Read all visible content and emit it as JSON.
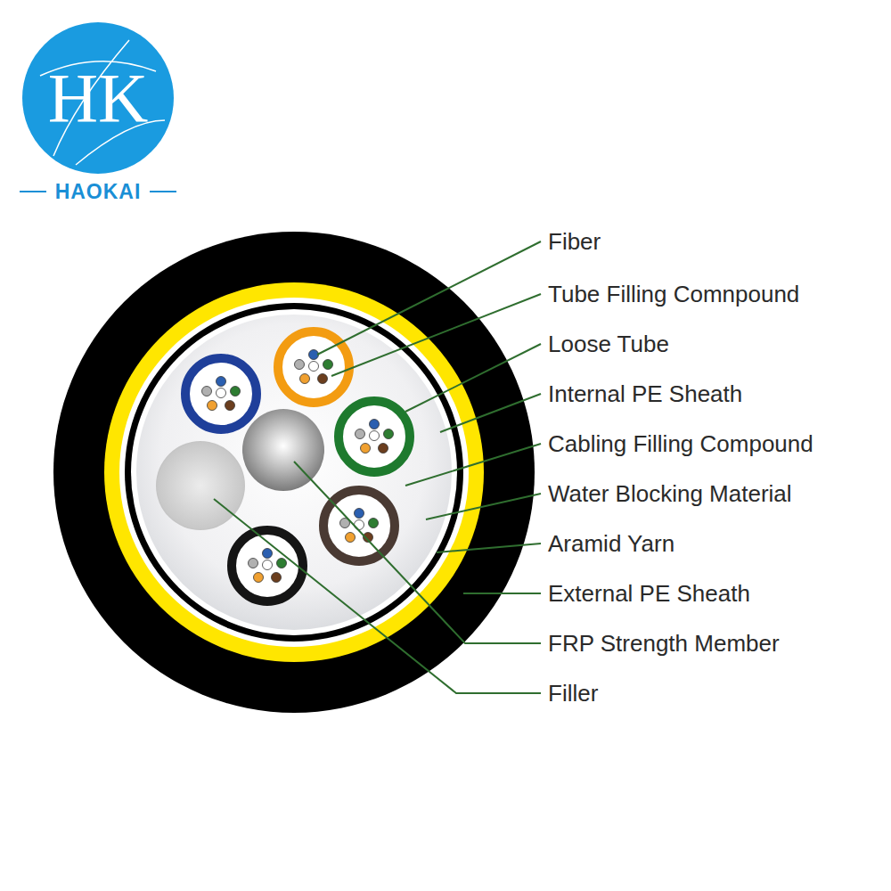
{
  "diagram": {
    "nodes": [
      {
        "text": [
          "HK"
        ]
      }
    ],
    "labels": [
      "HAOKAI",
      "Fiber",
      "Tube Filling Comnpound",
      "Loose Tube",
      "Internal PE Sheath",
      "Cabling Filling Compound",
      "Water Blocking Material",
      "Aramid Yarn",
      "External PE Sheath",
      "FRP Strength Member",
      "Filler"
    ]
  }
}
